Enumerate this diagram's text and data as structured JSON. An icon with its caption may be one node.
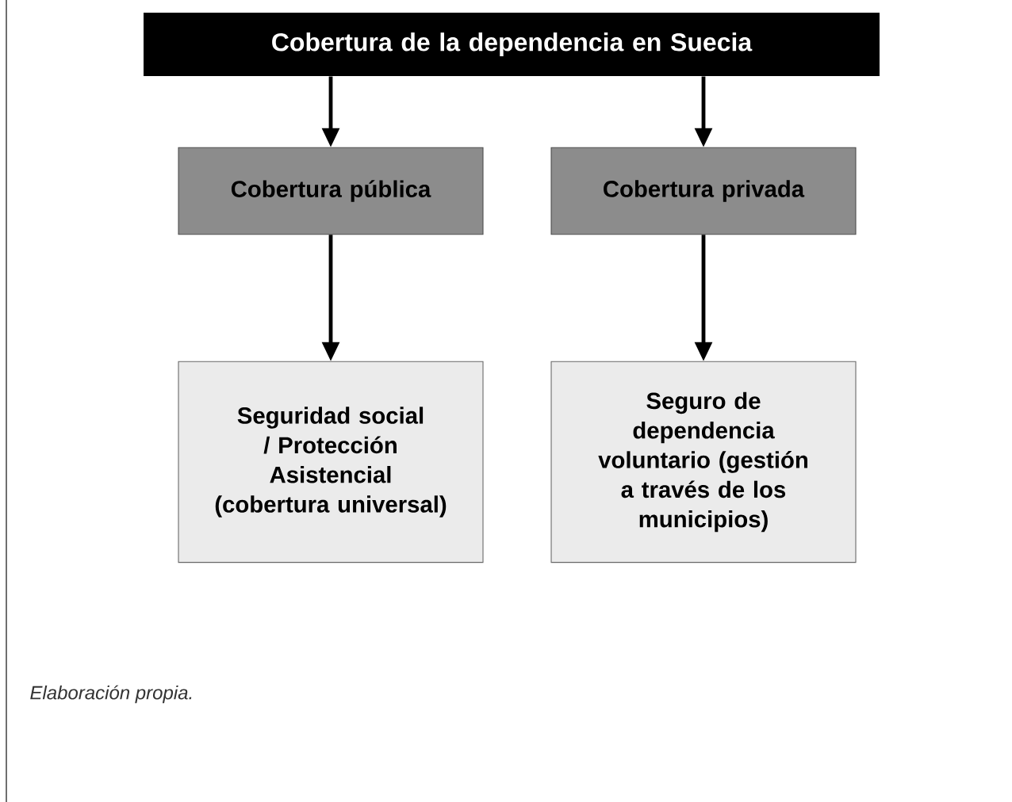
{
  "diagram": {
    "caption": "Elaboración propia.",
    "nodes": [
      {
        "text": [
          "Cobertura de la dependencia en Suecia"
        ]
      },
      {
        "text": [
          "Cobertura pública"
        ]
      },
      {
        "text": [
          "Cobertura privada"
        ]
      },
      {
        "text": [
          "Seguridad social / Protección Asistencial (cobertura universal)"
        ]
      },
      {
        "text": [
          "Seguro de dependencia voluntario (gestión a través de los municipios)"
        ]
      }
    ],
    "edges": [
      {
        "from": 0,
        "to": 1,
        "arrow": "to"
      },
      {
        "from": 0,
        "to": 2,
        "arrow": "to"
      },
      {
        "from": 1,
        "to": 3,
        "arrow": "to"
      },
      {
        "from": 2,
        "to": 4,
        "arrow": "to"
      }
    ]
  }
}
